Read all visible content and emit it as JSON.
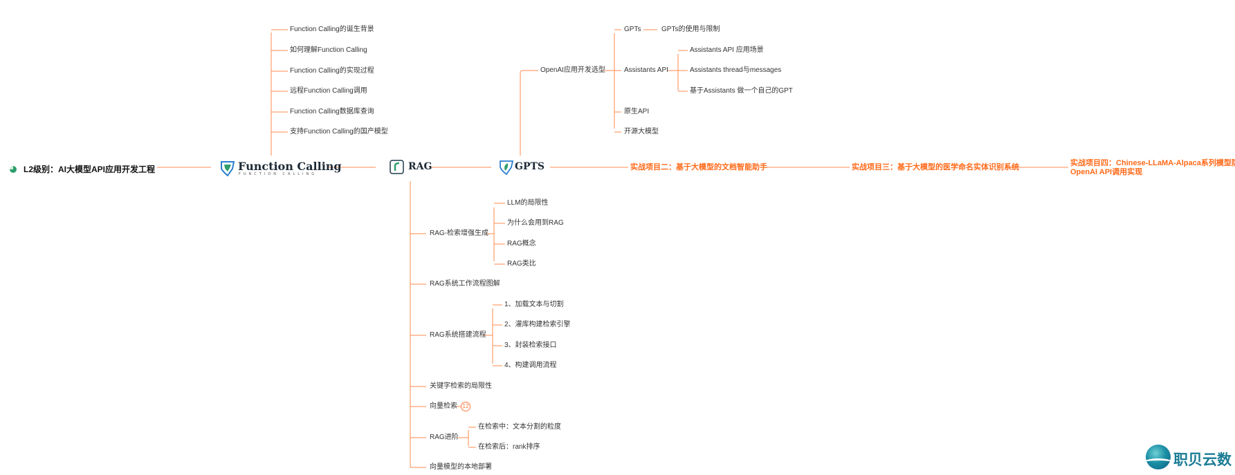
{
  "root": {
    "label": "L2级别：AI大模型API应用开发工程"
  },
  "hubs": {
    "function_calling": {
      "title": "Function Calling",
      "subtitle": "FUNCTION CALLING"
    },
    "rag": {
      "title": "RAG"
    },
    "gpts": {
      "title": "GPTS"
    }
  },
  "function_calling_items": [
    "Function Calling的诞生背景",
    "如何理解Function Calling",
    "Function Calling的实现过程",
    "远程Function Calling调用",
    "Function Calling数据库查询",
    "支持Function Calling的国产模型"
  ],
  "gpts_branch": {
    "openai_label": "OpenAI应用开发选型",
    "gpts_label": "GPTs",
    "gpts_child": "GPTs的使用与限制",
    "assistants_label": "Assistants API",
    "assistants_children": [
      "Assistants API 应用场景",
      "Assistants thread与messages",
      "基于Assistants 做一个自己的GPT"
    ],
    "native_api": "原生API",
    "open_source": "开源大模型"
  },
  "projects": [
    "实战项目二：基于大模型的文档智能助手",
    "实战项目三：基于大模型的医学命名实体识别系统",
    "实战项目四：Chinese-LLaMA-Alpaca系列模型防",
    "OpenAI API调用实现"
  ],
  "rag_branch": {
    "rag_gen": {
      "label": "RAG-检索增强生成",
      "children": [
        "LLM的局限性",
        "为什么会用到RAG",
        "RAG概念",
        "RAG类比"
      ]
    },
    "workflow": "RAG系统工作流程图解",
    "build": {
      "label": "RAG系统搭建流程",
      "children": [
        "1、加载文本与切割",
        "2、灌库构建检索引擎",
        "3、封装检索接口",
        "4、构建调用流程"
      ]
    },
    "keyword_limit": "关键字检索的局限性",
    "vector_search": {
      "label": "向量检索",
      "badge": "12"
    },
    "advanced": {
      "label": "RAG进阶",
      "children": [
        "在检索中：文本分割的粒度",
        "在检索后：rank排序"
      ]
    },
    "local_deploy": "向量模型的本地部署"
  },
  "watermark": {
    "text": "职贝云数"
  },
  "colors": {
    "line": "#ff8a4c",
    "project": "#ff6a1a",
    "hub_text": "#1e2a36",
    "icon_green": "#2e9e6a",
    "icon_blue": "#2a7fd0"
  }
}
